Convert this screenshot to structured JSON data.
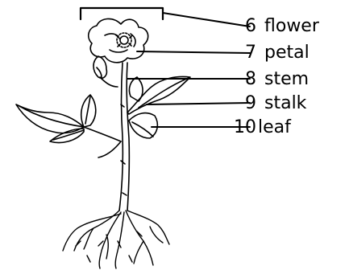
{
  "labels": [
    {
      "number": "6",
      "term": "flower"
    },
    {
      "number": "7",
      "term": "petal"
    },
    {
      "number": "8",
      "term": "stem"
    },
    {
      "number": "9",
      "term": "stalk"
    },
    {
      "number": "10",
      "term": "leaf"
    }
  ],
  "colors": {
    "ink": "#000000",
    "background": "#ffffff"
  }
}
